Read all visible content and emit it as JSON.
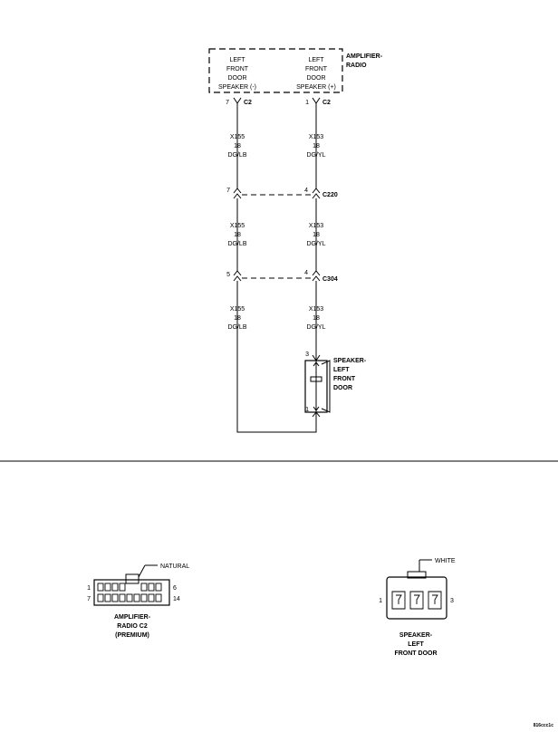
{
  "amplifier": {
    "title_line1": "AMPLIFIER-",
    "title_line2": "RADIO",
    "left_speaker": [
      "LEFT",
      "FRONT",
      "DOOR",
      "SPEAKER (-)"
    ],
    "right_speaker": [
      "LEFT",
      "FRONT",
      "DOOR",
      "SPEAKER (+)"
    ],
    "connector": "C2",
    "left_pin": "7",
    "right_pin": "1"
  },
  "circuits": {
    "left": {
      "id": "X155",
      "gauge": "18",
      "color": "DG/LB"
    },
    "right": {
      "id": "X153",
      "gauge": "18",
      "color": "DG/YL"
    }
  },
  "inline_connectors": [
    {
      "name": "C220",
      "left_pin": "7",
      "right_pin": "4"
    },
    {
      "name": "C304",
      "left_pin": "5",
      "right_pin": "4"
    }
  ],
  "speaker": {
    "label": [
      "SPEAKER-",
      "LEFT",
      "FRONT",
      "DOOR"
    ],
    "top_pin": "3",
    "bottom_pin": "1"
  },
  "connector_views": {
    "amp": {
      "color_note": "NATURAL",
      "pins": [
        "1",
        "6",
        "7",
        "14"
      ],
      "caption": [
        "AMPLIFIER-",
        "RADIO C2",
        "(PREMIUM)"
      ]
    },
    "spk": {
      "color_note": "WHITE",
      "pins": [
        "1",
        "3"
      ],
      "caption": [
        "SPEAKER-",
        "LEFT",
        "FRONT DOOR"
      ]
    }
  },
  "figure_id": "816ccc1c"
}
